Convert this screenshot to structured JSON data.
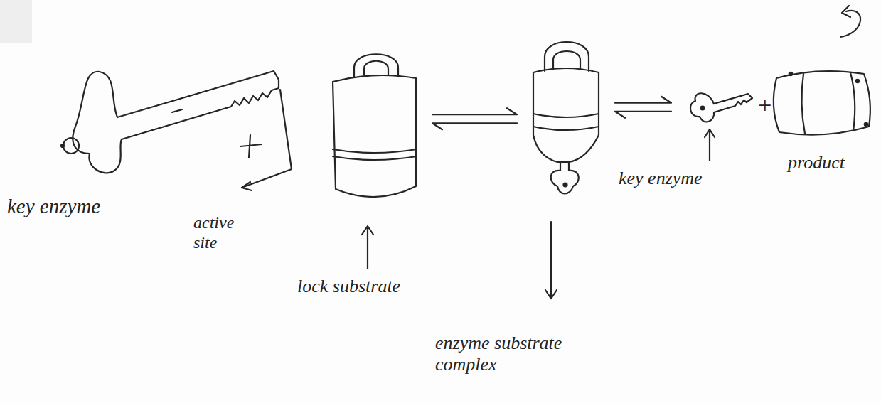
{
  "diagram": {
    "nodes": [
      {
        "text": [
          "key enzyme"
        ]
      },
      {
        "text": [
          "lock substrate"
        ]
      },
      {
        "text": [
          "enzyme substrate complex"
        ]
      },
      {
        "text": [
          "key enzyme"
        ]
      },
      {
        "text": [
          "product"
        ]
      }
    ],
    "edges": [
      {
        "from": 1,
        "to": 2,
        "arrow": "both"
      },
      {
        "from": 2,
        "to": 3,
        "arrow": "both"
      }
    ],
    "labels": [
      "active site",
      "+"
    ]
  }
}
